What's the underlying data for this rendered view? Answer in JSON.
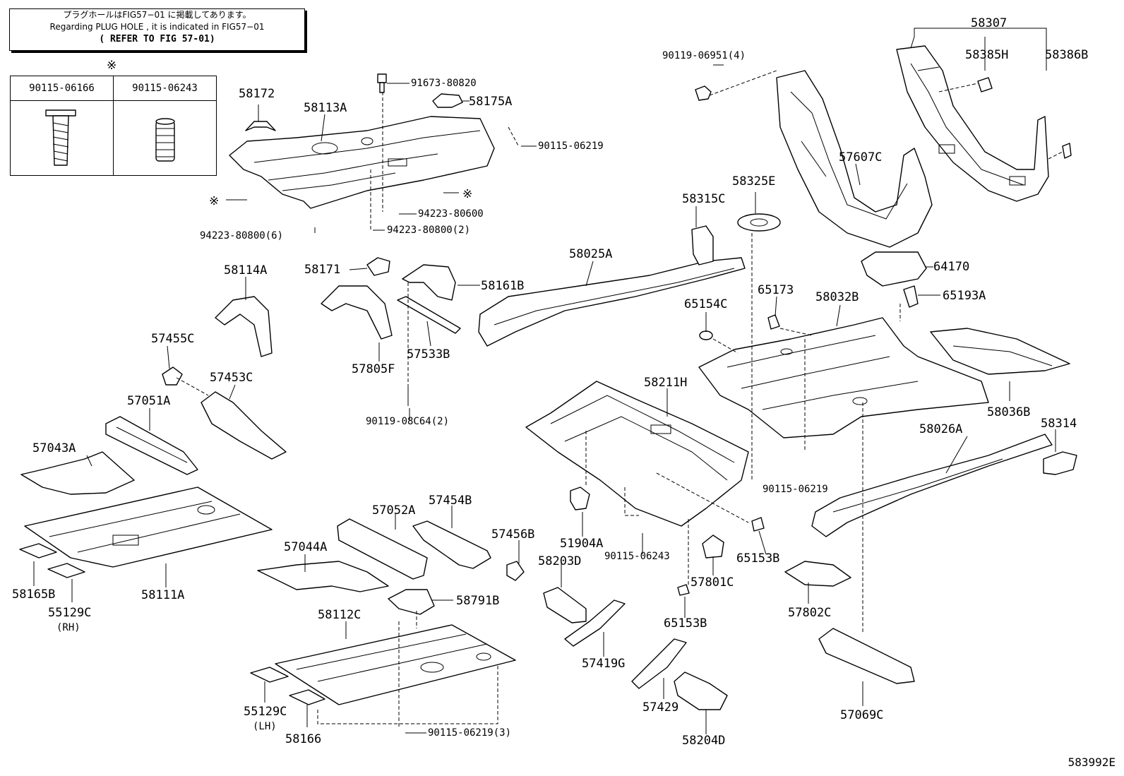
{
  "note": {
    "line1": "プラグホールはFIG57−01 に掲載してあります。",
    "line2": "Regarding  PLUG HOLE , it is  indicated  in  FIG57−01",
    "line3": "( REFER TO FIG 57-01)"
  },
  "legend": {
    "mark": "※",
    "left_part": "90115-06166",
    "right_part": "90115-06243"
  },
  "figure_id": "583992E",
  "asterisk": "※",
  "labels": {
    "p58307": "58307",
    "p58385H": "58385H",
    "p58386B": "58386B",
    "p90119_06951": "90119-06951(4)",
    "p57607C": "57607C",
    "p58172": "58172",
    "p58113A": "58113A",
    "p91673_80820": "91673-80820",
    "p58175A": "58175A",
    "p90115_06219_a": "90115-06219",
    "p94223_80600": "94223-80600",
    "p94223_80800_2": "94223-80800(2)",
    "p94223_80800_6": "94223-80800(6)",
    "p58325E": "58325E",
    "p58315C": "58315C",
    "p58025A": "58025A",
    "p58114A": "58114A",
    "p58171": "58171",
    "p58161B": "58161B",
    "p64170": "64170",
    "p65173": "65173",
    "p58032B": "58032B",
    "p65193A": "65193A",
    "p65154C": "65154C",
    "p57455C": "57455C",
    "p57805F": "57805F",
    "p57533B": "57533B",
    "p57453C": "57453C",
    "p58211H": "58211H",
    "p58036B": "58036B",
    "p90119_08C64": "90119-08C64(2)",
    "p57051A": "57051A",
    "p58314": "58314",
    "p58026A": "58026A",
    "p57043A": "57043A",
    "p90115_06219_b": "90115-06219",
    "p57052A": "57052A",
    "p57454B": "57454B",
    "p57044A": "57044A",
    "p57456B": "57456B",
    "p51904A": "51904A",
    "p58203D": "58203D",
    "p90115_06243": "90115-06243",
    "p65153B_a": "65153B",
    "p57801C": "57801C",
    "p58165B": "58165B",
    "p58111A": "58111A",
    "p58791B": "58791B",
    "p55129C_rh": "55129C",
    "rh": "(RH)",
    "p57802C": "57802C",
    "p58112C": "58112C",
    "p65153B_b": "65153B",
    "p57419G": "57419G",
    "p55129C_lh": "55129C",
    "lh": "(LH)",
    "p57429": "57429",
    "p57069C": "57069C",
    "p58166": "58166",
    "p90115_06219_3": "90115-06219(3)",
    "p58204D": "58204D"
  }
}
